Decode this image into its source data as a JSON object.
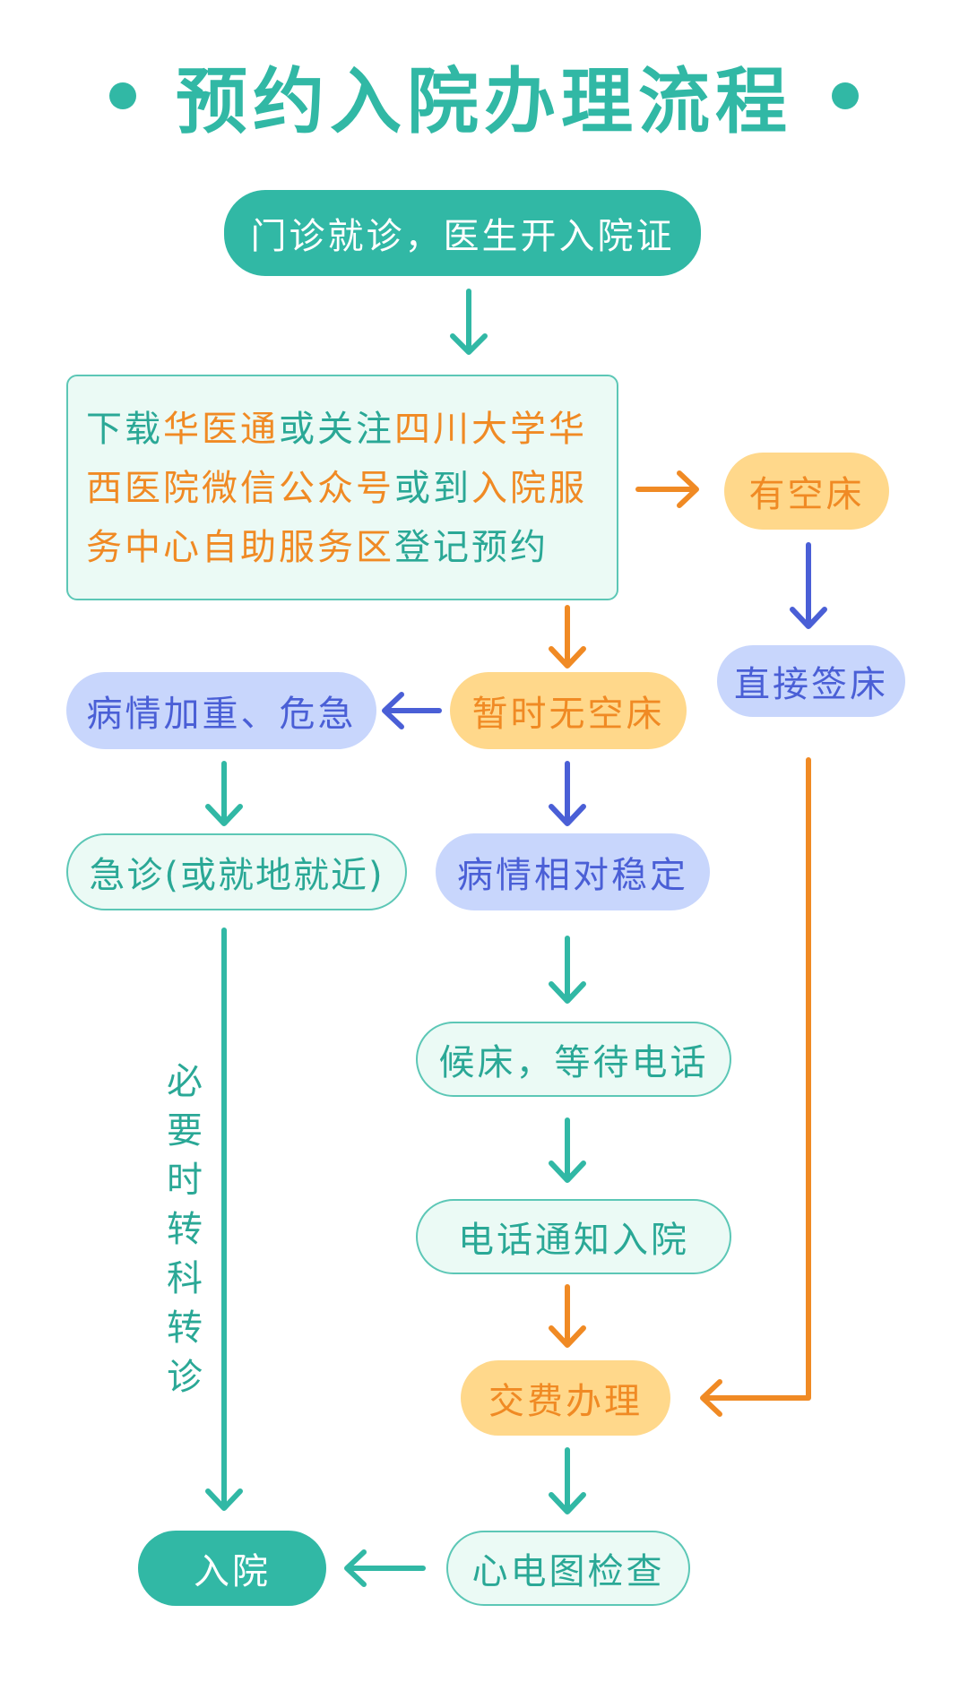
{
  "title": "预约入院办理流程",
  "colors": {
    "teal": "#31b8a5",
    "teal_text": "#2aa896",
    "mint_bg": "#ebfaf5",
    "orange": "#f08a24",
    "orange_bg": "#ffd88b",
    "blue": "#4a5fd6",
    "blue_bg": "#c8d6fc"
  },
  "nodes": {
    "outpatient": "门诊就诊，医生开入院证",
    "register": {
      "line1": [
        {
          "text": "下载",
          "hl": false
        },
        {
          "text": "华医通",
          "hl": true
        },
        {
          "text": "或关注",
          "hl": false
        },
        {
          "text": "四川大学华",
          "hl": true
        }
      ],
      "line2": [
        {
          "text": "西医院微信公众号",
          "hl": true
        },
        {
          "text": "或到",
          "hl": false
        },
        {
          "text": "入院服",
          "hl": true
        }
      ],
      "line3": [
        {
          "text": "务中心自助服务区",
          "hl": true
        },
        {
          "text": "登记预约",
          "hl": false
        }
      ]
    },
    "bed_available": "有空床",
    "sign_bed": "直接签床",
    "no_bed": "暂时无空床",
    "worsen": "病情加重、危急",
    "emergency": "急诊(或就地就近)",
    "stable": "病情相对稳定",
    "wait": "候床，等待电话",
    "notify": "电话通知入院",
    "pay": "交费办理",
    "ecg": "心电图检查",
    "admit": "入院"
  },
  "side_label": [
    "必",
    "要",
    "时",
    "转",
    "科",
    "转",
    "诊"
  ]
}
